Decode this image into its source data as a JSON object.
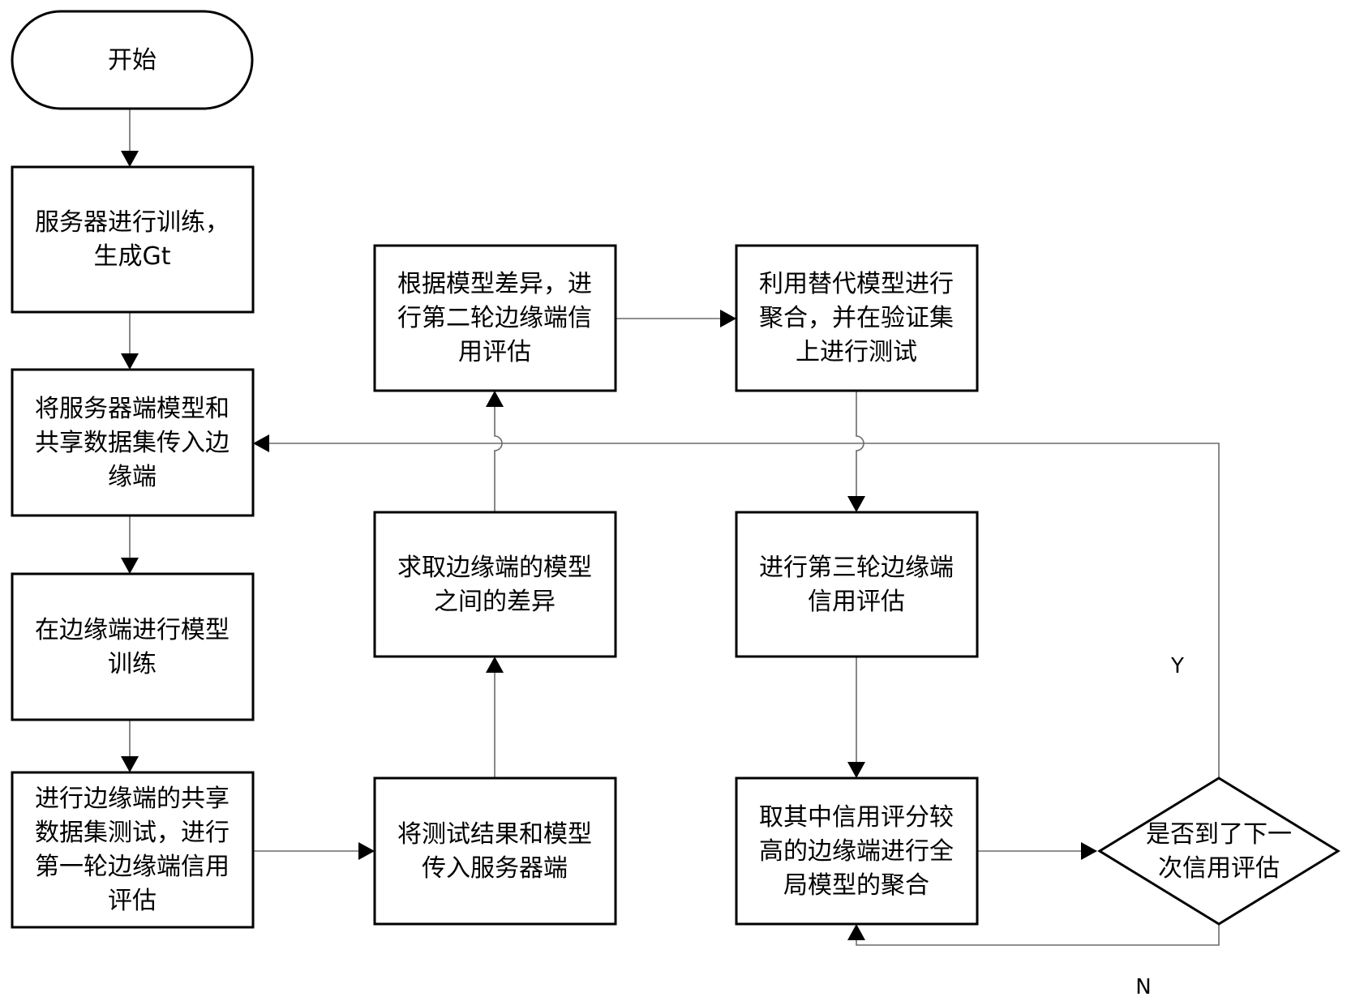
{
  "nodes": {
    "start": {
      "lines": [
        "开始"
      ]
    },
    "server_train": {
      "lines": [
        "服务器进行训练，",
        "生成Gt"
      ]
    },
    "send_to_edge": {
      "lines": [
        "将服务器端模型和",
        "共享数据集传入边",
        "缘端"
      ]
    },
    "edge_train": {
      "lines": [
        "在边缘端进行模型",
        "训练"
      ]
    },
    "first_eval": {
      "lines": [
        "进行边缘端的共享",
        "数据集测试，进行",
        "第一轮边缘端信用",
        "评估"
      ]
    },
    "upload": {
      "lines": [
        "将测试结果和模型",
        "传入服务器端"
      ]
    },
    "diff": {
      "lines": [
        "求取边缘端的模型",
        "之间的差异"
      ]
    },
    "second_eval": {
      "lines": [
        "根据模型差异，进",
        "行第二轮边缘端信",
        "用评估"
      ]
    },
    "substitute": {
      "lines": [
        "利用替代模型进行",
        "聚合，并在验证集",
        "上进行测试"
      ]
    },
    "third_eval": {
      "lines": [
        "进行第三轮边缘端",
        "信用评估"
      ]
    },
    "aggregate": {
      "lines": [
        "取其中信用评分较",
        "高的边缘端进行全",
        "局模型的聚合"
      ]
    },
    "decision": {
      "lines": [
        "是否到了下一",
        "次信用评估"
      ]
    }
  },
  "labels": {
    "yes": "Y",
    "no": "N"
  }
}
